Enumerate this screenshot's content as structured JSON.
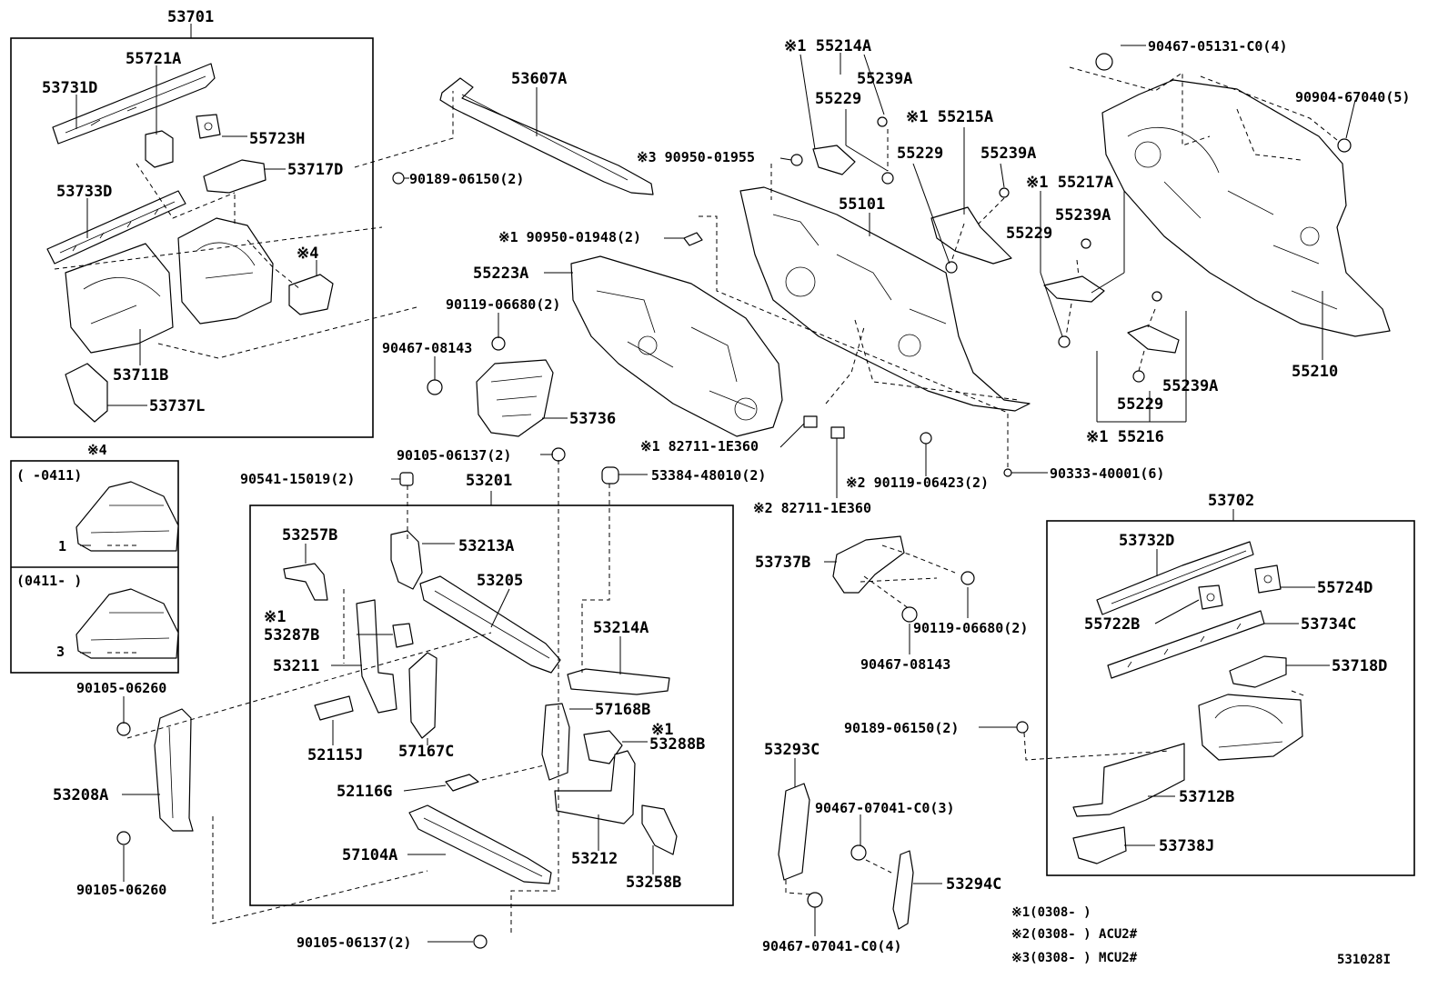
{
  "labels": {
    "l53701": "53701",
    "l55721A": "55721A",
    "l53731D": "53731D",
    "l55723H": "55723H",
    "l53717D": "53717D",
    "l53733D": "53733D",
    "l53711B": "53711B",
    "l53737L": "53737L",
    "lX4a": "※4",
    "lX4b": "※4",
    "lRange1": "(      -0411)",
    "lRange2": "(0411-       )",
    "lNum1": "1",
    "lNum3": "3",
    "l53607A": "53607A",
    "l90189a": "90189-06150(2)",
    "l90950_01955": "※3 90950-01955",
    "l90950_01948": "※1 90950-01948(2)",
    "l55223A": "55223A",
    "l90119_06680a": "90119-06680(2)",
    "l90467_08143a": "90467-08143",
    "l53736": "53736",
    "l90105_06137a": "90105-06137(2)",
    "l90541": "90541-15019(2)",
    "l53201": "53201",
    "l53384": "53384-48010(2)",
    "l55214A": "※1 55214A",
    "l55229a": "55229",
    "l55239Aa": "55239A",
    "l55215A": "※1 55215A",
    "l55101": "55101",
    "l55229b": "55229",
    "l55239Ab": "55239A",
    "l55217A": "※1 55217A",
    "l55239Ac": "55239A",
    "l55229c": "55229",
    "l90467_05131": "90467-05131-C0(4)",
    "l90904": "90904-67040(5)",
    "l55210": "55210",
    "l55239Ad": "55239A",
    "l55229d": "55229",
    "l55216": "※1 55216",
    "l82711a": "※1 82711-1E360",
    "l90119_06423": "※2 90119-06423(2)",
    "l82711b": "※2 82711-1E360",
    "l90333": "90333-40001(6)",
    "l53702": "53702",
    "l53732D": "53732D",
    "l55724D": "55724D",
    "l55722B": "55722B",
    "l53734C": "53734C",
    "l53718D": "53718D",
    "l53712B": "53712B",
    "l53738J": "53738J",
    "l90189b": "90189-06150(2)",
    "l53737B": "53737B",
    "l90119_06680b": "90119-06680(2)",
    "l90467_08143b": "90467-08143",
    "l53257B": "53257B",
    "l53213A": "53213A",
    "l53205": "53205",
    "lX1a": "※1",
    "l53287B": "53287B",
    "l53211": "53211",
    "l53214A": "53214A",
    "l57168B": "57168B",
    "lX1b": "※1",
    "l53288B": "53288B",
    "l52115J": "52115J",
    "l57167C": "57167C",
    "l52116G": "52116G",
    "l57104A": "57104A",
    "l53212": "53212",
    "l53258B": "53258B",
    "l90105_06260a": "90105-06260",
    "l53208A": "53208A",
    "l90105_06260b": "90105-06260",
    "l90105_06137b": "90105-06137(2)",
    "l53293C": "53293C",
    "l90467_07041a": "90467-07041-C0(3)",
    "l53294C": "53294C",
    "l90467_07041b": "90467-07041-C0(4)"
  },
  "notes": [
    "※1(0308-        )",
    "※2(0308-        ) ACU2#",
    "※3(0308-        ) MCU2#"
  ],
  "diagram_id": "531028I"
}
